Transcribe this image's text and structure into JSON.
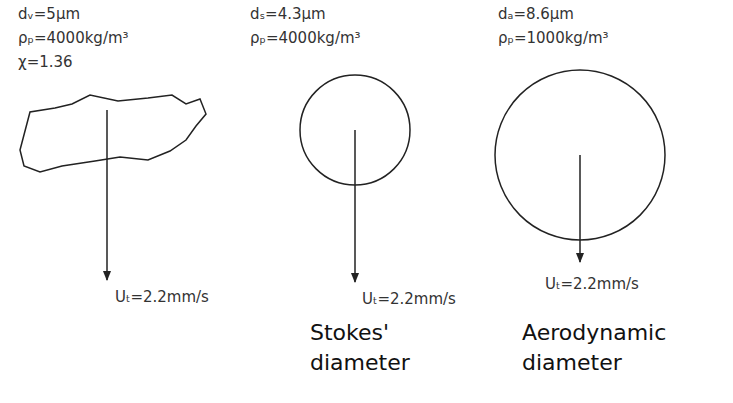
{
  "diagram": {
    "labels": [
      "dᵥ=5μm",
      "ρₚ=4000kg/m³",
      "χ=1.36",
      "Uₜ=2.2mm/s",
      "dₛ=4.3μm",
      "ρₚ=4000kg/m³",
      "Uₜ=2.2mm/s",
      "Stokes' diameter",
      "dₐ=8.6μm",
      "ρₚ=1000kg/m³",
      "Uₜ=2.2mm/s",
      "Aerodynamic diameter"
    ]
  }
}
